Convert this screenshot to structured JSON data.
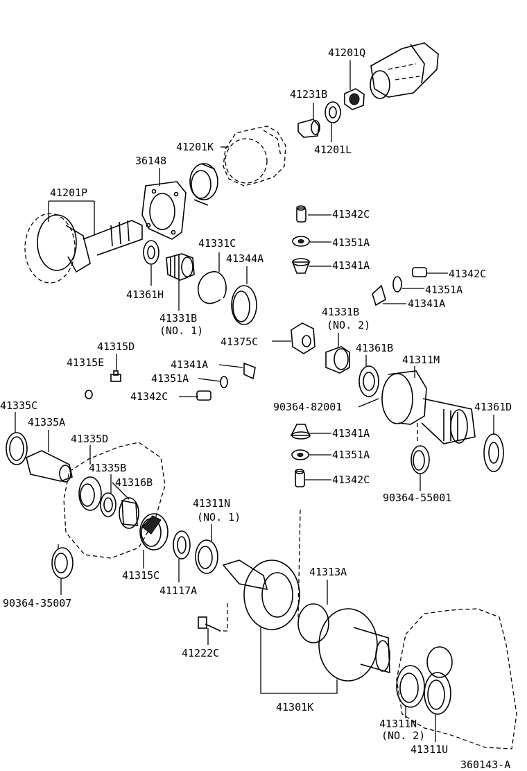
{
  "labels": {
    "p41201Q": "41201Q",
    "p41231B": "41231B",
    "p41201K": "41201K",
    "p41201L": "41201L",
    "p36148": "36148",
    "p41201P": "41201P",
    "p41342C_1": "41342C",
    "p41351A_1": "41351A",
    "p41341A_1": "41341A",
    "p41342C_2": "41342C",
    "p41351A_2": "41351A",
    "p41341A_2": "41341A",
    "p41331C": "41331C",
    "p41344A": "41344A",
    "p41361H": "41361H",
    "p41331B_1": "41331B",
    "p41331B_1_note": "(NO. 1)",
    "p41331B_2": "41331B",
    "p41331B_2_note": "(NO. 2)",
    "p41375C": "41375C",
    "p41361B": "41361B",
    "p41311M": "41311M",
    "p41315D": "41315D",
    "p41315E": "41315E",
    "p41341A_3": "41341A",
    "p41351A_3": "41351A",
    "p41342C_3": "41342C",
    "p90364_82001": "90364-82001",
    "p41361D": "41361D",
    "p41335C": "41335C",
    "p41335A": "41335A",
    "p41335D": "41335D",
    "p41335B": "41335B",
    "p41316B": "41316B",
    "p41341A_4": "41341A",
    "p41351A_4": "41351A",
    "p41342C_4": "41342C",
    "p90364_55001": "90364-55001",
    "p41311N_1": "41311N",
    "p41311N_1_note": "(NO. 1)",
    "p41313A": "41313A",
    "p41315C": "41315C",
    "p41117A": "41117A",
    "p90364_35007": "90364-35007",
    "p41222C": "41222C",
    "p41301K": "41301K",
    "p41311N_2": "41311N",
    "p41311N_2_note": "(NO. 2)",
    "p41311U": "41311U",
    "diagram_id": "360143-A"
  }
}
